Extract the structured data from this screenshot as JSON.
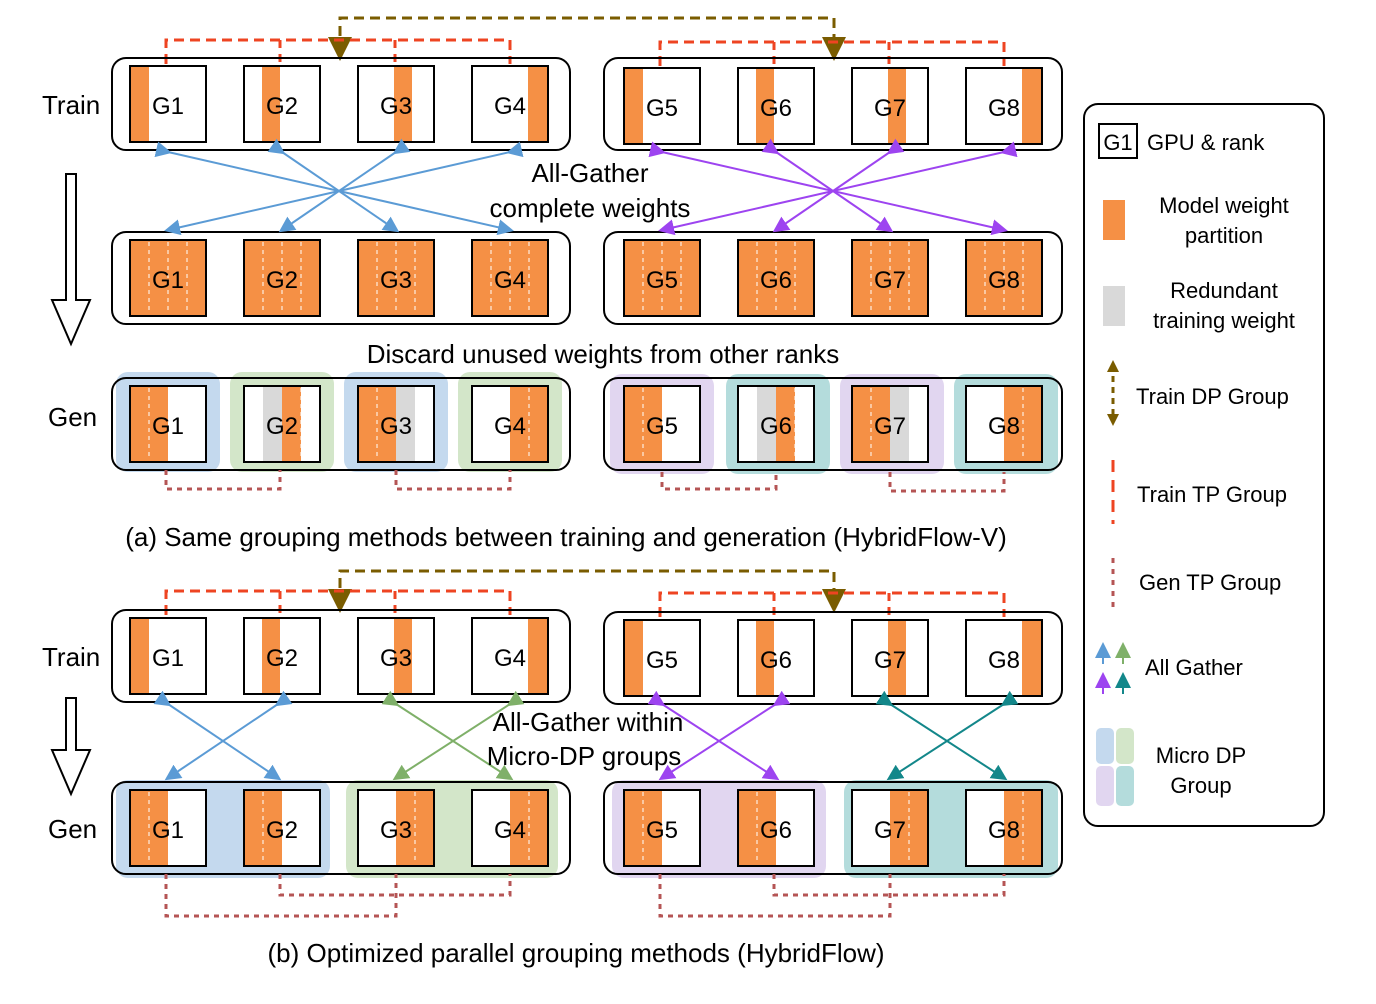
{
  "panel_a": {
    "caption": "(a) Same grouping methods between training and generation (HybridFlow-V)",
    "row_labels": {
      "train": "Train",
      "gen": "Gen"
    },
    "annotations": {
      "all_gather_line1": "All-Gather",
      "all_gather_line2": "complete weights",
      "discard": "Discard unused  weights from other ranks"
    }
  },
  "panel_b": {
    "caption": "(b) Optimized parallel grouping methods (HybridFlow)",
    "row_labels": {
      "train": "Train",
      "gen": "Gen"
    },
    "annotations": {
      "all_gather_line1": "All-Gather within",
      "all_gather_line2": "Micro-DP groups"
    }
  },
  "gpus": [
    "G1",
    "G2",
    "G3",
    "G4",
    "G5",
    "G6",
    "G7",
    "G8"
  ],
  "legend": {
    "gpu_sample": "G1",
    "gpu_rank": "GPU & rank",
    "model_weight_1": "Model weight",
    "model_weight_2": "partition",
    "redundant_1": "Redundant",
    "redundant_2": "training weight",
    "train_dp": "Train DP Group",
    "train_tp": "Train TP Group",
    "gen_tp": "Gen TP Group",
    "all_gather": "All Gather",
    "micro_dp_1": "Micro DP",
    "micro_dp_2": "Group"
  },
  "colors": {
    "weight": "#f59045",
    "redundant": "#d9d9d9",
    "train_dp": "#7a5c00",
    "train_tp": "#ee4422",
    "gen_tp": "#b55555",
    "gather_blue": "#5b9bd5",
    "gather_green": "#7fb069",
    "gather_purple": "#9d44f0",
    "gather_teal": "#13878a",
    "micro_blue": "#c4d9ee",
    "micro_green": "#d3e6c9",
    "micro_purple": "#e1d6f0",
    "micro_teal": "#b4dcdc"
  }
}
